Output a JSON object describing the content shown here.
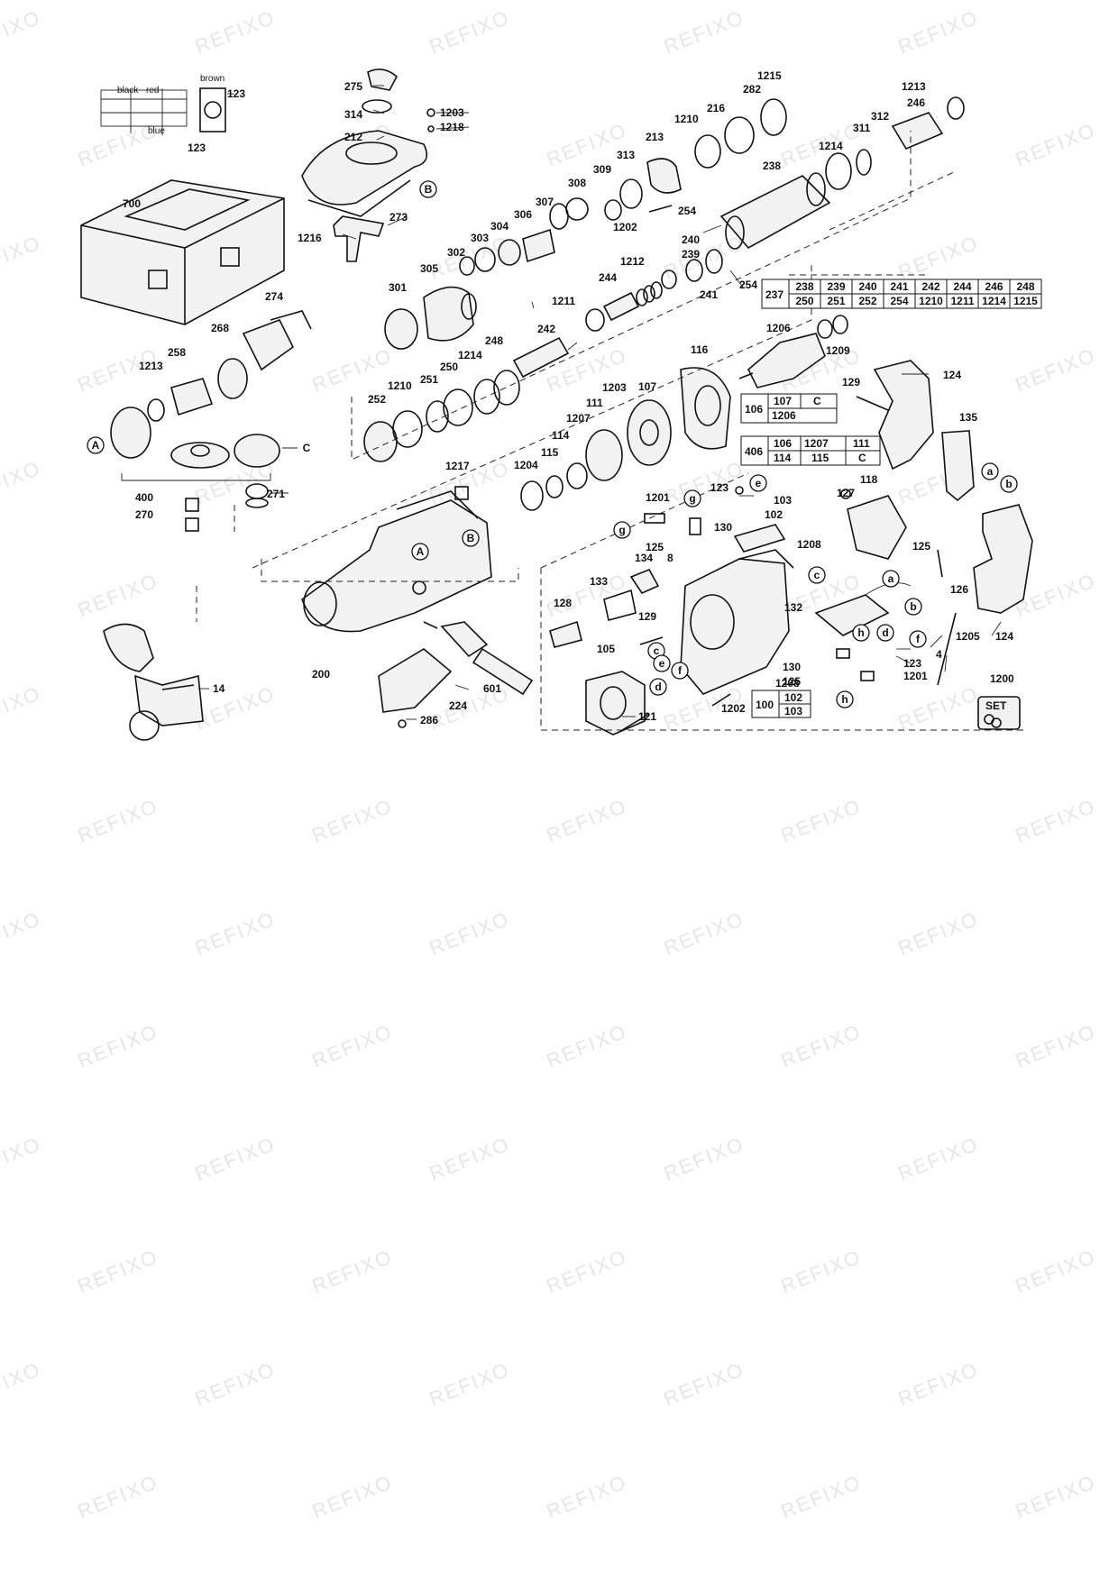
{
  "watermark": "REFIXO",
  "wiring_labels": {
    "black": "black",
    "red": "red",
    "brown": "brown",
    "blue": "blue"
  },
  "callouts": {
    "A": "A",
    "B": "B",
    "C": "C",
    "a": "a",
    "b": "b",
    "c": "c",
    "d": "d",
    "e": "e",
    "f": "f",
    "g": "g",
    "h": "h"
  },
  "parts": {
    "p4": "4",
    "p8": "8",
    "p14": "14",
    "p100": "100",
    "p102": "102",
    "p103": "103",
    "p105": "105",
    "p107": "107",
    "p111": "111",
    "p114": "114",
    "p115": "115",
    "p116": "116",
    "p118": "118",
    "p121": "121",
    "p123": "123",
    "p124": "124",
    "p125": "125",
    "p126": "126",
    "p127": "127",
    "p128": "128",
    "p129": "129",
    "p130": "130",
    "p132": "132",
    "p133": "133",
    "p134": "134",
    "p135": "135",
    "p200": "200",
    "p212": "212",
    "p213": "213",
    "p216": "216",
    "p224": "224",
    "p237": "237",
    "p238": "238",
    "p239": "239",
    "p240": "240",
    "p241": "241",
    "p242": "242",
    "p244": "244",
    "p246": "246",
    "p248": "248",
    "p250": "250",
    "p251": "251",
    "p252": "252",
    "p254": "254",
    "p258": "258",
    "p268": "268",
    "p270": "270",
    "p271": "271",
    "p273": "273",
    "p274": "274",
    "p275": "275",
    "p282": "282",
    "p286": "286",
    "p301": "301",
    "p302": "302",
    "p303": "303",
    "p304": "304",
    "p305": "305",
    "p306": "306",
    "p307": "307",
    "p308": "308",
    "p309": "309",
    "p311": "311",
    "p312": "312",
    "p313": "313",
    "p314": "314",
    "p400": "400",
    "p406": "406",
    "p601": "601",
    "p700": "700",
    "p1200": "1200",
    "p1201": "1201",
    "p1202": "1202",
    "p1203": "1203",
    "p1204": "1204",
    "p1205": "1205",
    "p1206": "1206",
    "p1207": "1207",
    "p1208": "1208",
    "p1209": "1209",
    "p1210": "1210",
    "p1211": "1211",
    "p1212": "1212",
    "p1213": "1213",
    "p1214": "1214",
    "p1215": "1215",
    "p1216": "1216",
    "p1217": "1217",
    "p1218": "1218"
  },
  "table_237": {
    "label": "237",
    "row1": [
      "238",
      "239",
      "240",
      "241",
      "242",
      "244",
      "246",
      "248"
    ],
    "row2": [
      "250",
      "251",
      "252",
      "254",
      "1210",
      "1211",
      "1214",
      "1215"
    ]
  },
  "table_106": {
    "label": "106",
    "cells": [
      "107",
      "C",
      "1206",
      ""
    ]
  },
  "table_406": {
    "label": "406",
    "row1": [
      "106",
      "1207",
      "111"
    ],
    "row2": [
      "114",
      "115",
      "C"
    ]
  },
  "table_100": {
    "label": "100",
    "cells": [
      "102",
      "103"
    ]
  },
  "set_badge": "SET"
}
